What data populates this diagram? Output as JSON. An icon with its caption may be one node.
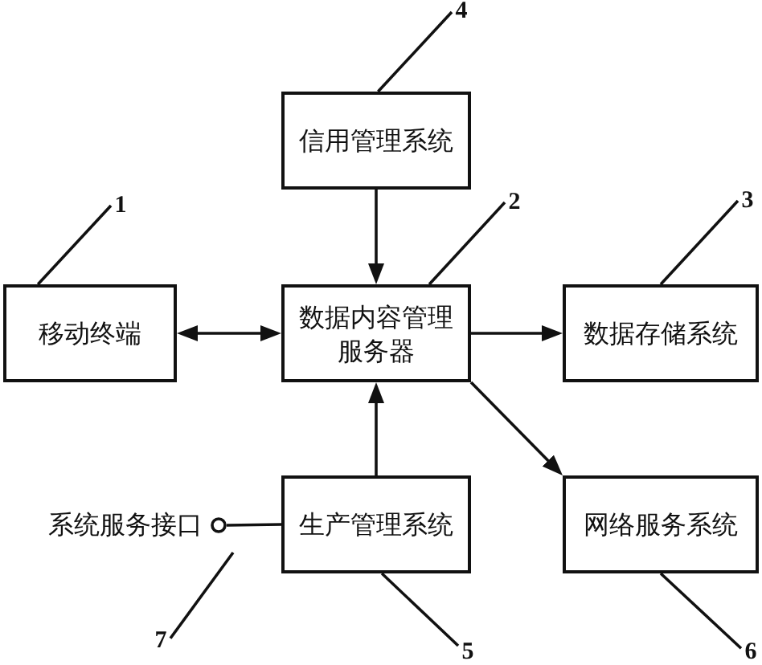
{
  "diagram": {
    "nodes": [
      {
        "text": [
          "4"
        ]
      },
      {
        "text": [
          "信用管理系统"
        ]
      },
      {
        "text": [
          "1"
        ]
      },
      {
        "text": [
          "2"
        ]
      },
      {
        "text": [
          "3"
        ]
      },
      {
        "text": [
          "移动终端"
        ]
      },
      {
        "text": [
          "数据内容管理服务器"
        ]
      },
      {
        "text": [
          "数据存储系统"
        ]
      },
      {
        "text": [],
        "shape": "circle",
        "beside": [
          "系统服务接口"
        ]
      },
      {
        "text": [
          "生产管理系统"
        ]
      },
      {
        "text": [
          "网络服务系统"
        ]
      },
      {
        "text": [
          "7"
        ]
      },
      {
        "text": [
          "5"
        ]
      },
      {
        "text": [
          "6"
        ]
      }
    ],
    "edges": [
      {
        "from": 5,
        "to": 6,
        "arrow": "both"
      },
      {
        "from": 1,
        "to": 6,
        "arrow": "to"
      },
      {
        "from": 6,
        "to": 7,
        "arrow": "to"
      },
      {
        "from": 9,
        "to": 6,
        "arrow": "to"
      },
      {
        "from": 6,
        "to": 10,
        "arrow": "to"
      },
      {
        "from": 8,
        "to": 9,
        "arrow": "none"
      },
      {
        "from": 0,
        "to": 1,
        "arrow": "none"
      },
      {
        "from": 2,
        "to": 5,
        "arrow": "none"
      },
      {
        "from": 3,
        "to": 6,
        "arrow": "none"
      },
      {
        "from": 4,
        "to": 7,
        "arrow": "none"
      },
      {
        "from": 12,
        "to": 9,
        "arrow": "none"
      },
      {
        "from": 13,
        "to": 10,
        "arrow": "none"
      },
      {
        "from": 11,
        "to": null,
        "arrow": "none"
      }
    ]
  }
}
